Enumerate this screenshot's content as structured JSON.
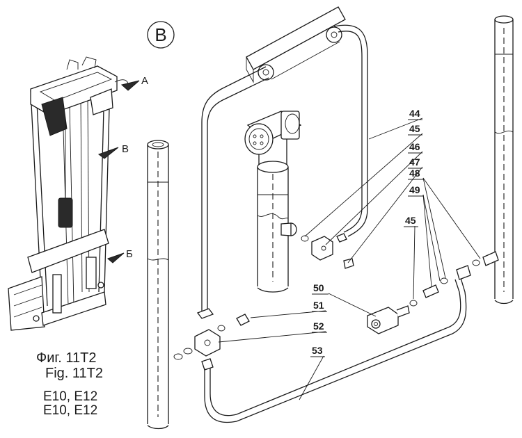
{
  "view_label": "B",
  "arrows": {
    "a": "A",
    "b": "B",
    "c": "Б"
  },
  "callouts": [
    "44",
    "45",
    "46",
    "47",
    "48",
    "49",
    "45",
    "50",
    "51",
    "52",
    "53"
  ],
  "caption": {
    "fig_ru": "Фиг. 11Т2",
    "fig_en": "Fig. 11T2",
    "model_1": "E10, E12",
    "model_2": "E10, E12"
  }
}
